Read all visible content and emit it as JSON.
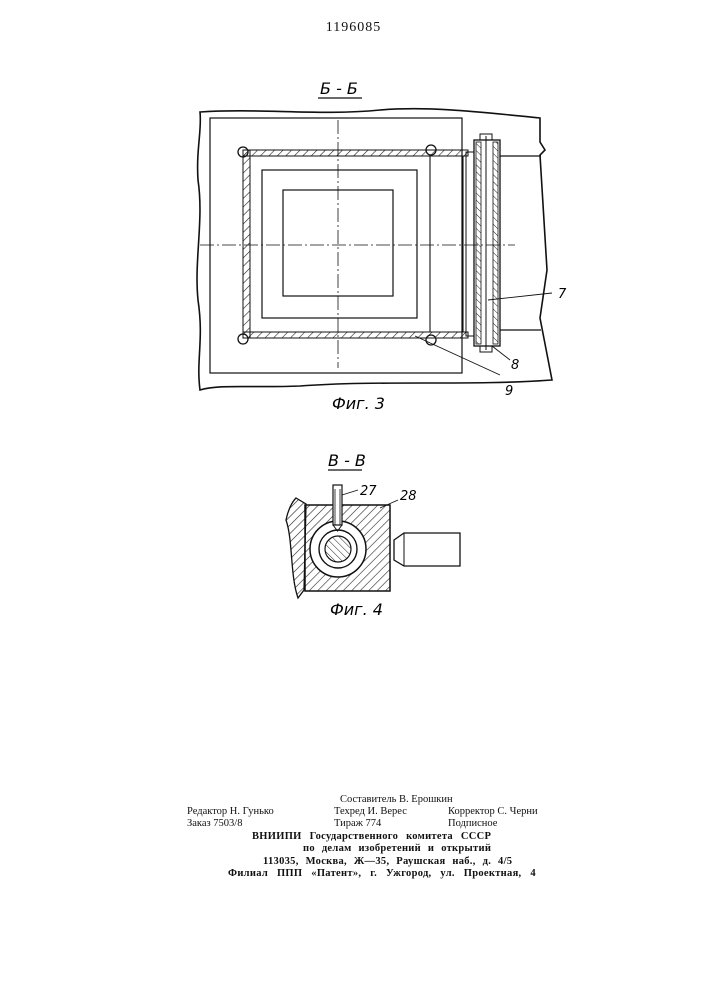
{
  "patent_number": "1196085",
  "figure3": {
    "section_label": "Б - Б",
    "caption": "Фиг. 3",
    "callouts": [
      "7",
      "8",
      "9"
    ]
  },
  "figure4": {
    "section_label": "В - В",
    "caption": "Фиг. 4",
    "callouts": [
      "27",
      "28"
    ]
  },
  "imprint": {
    "compiler": "Составитель В. Ерошкин",
    "editor": "Редактор Н. Гунько",
    "techred": "Техред И. Верес",
    "corrector": "Корректор С. Черни",
    "order": "Заказ 7503/8",
    "circulation": "Тираж 774",
    "subscription": "Подписное",
    "org_line1": "ВНИИПИ Государственного комитета СССР",
    "org_line2": "по делам изобретений и открытий",
    "address": "113035, Москва, Ж—35, Раушская наб., д. 4/5",
    "branch": "Филиал ППП «Патент», г. Ужгород, ул. Проектная, 4"
  }
}
